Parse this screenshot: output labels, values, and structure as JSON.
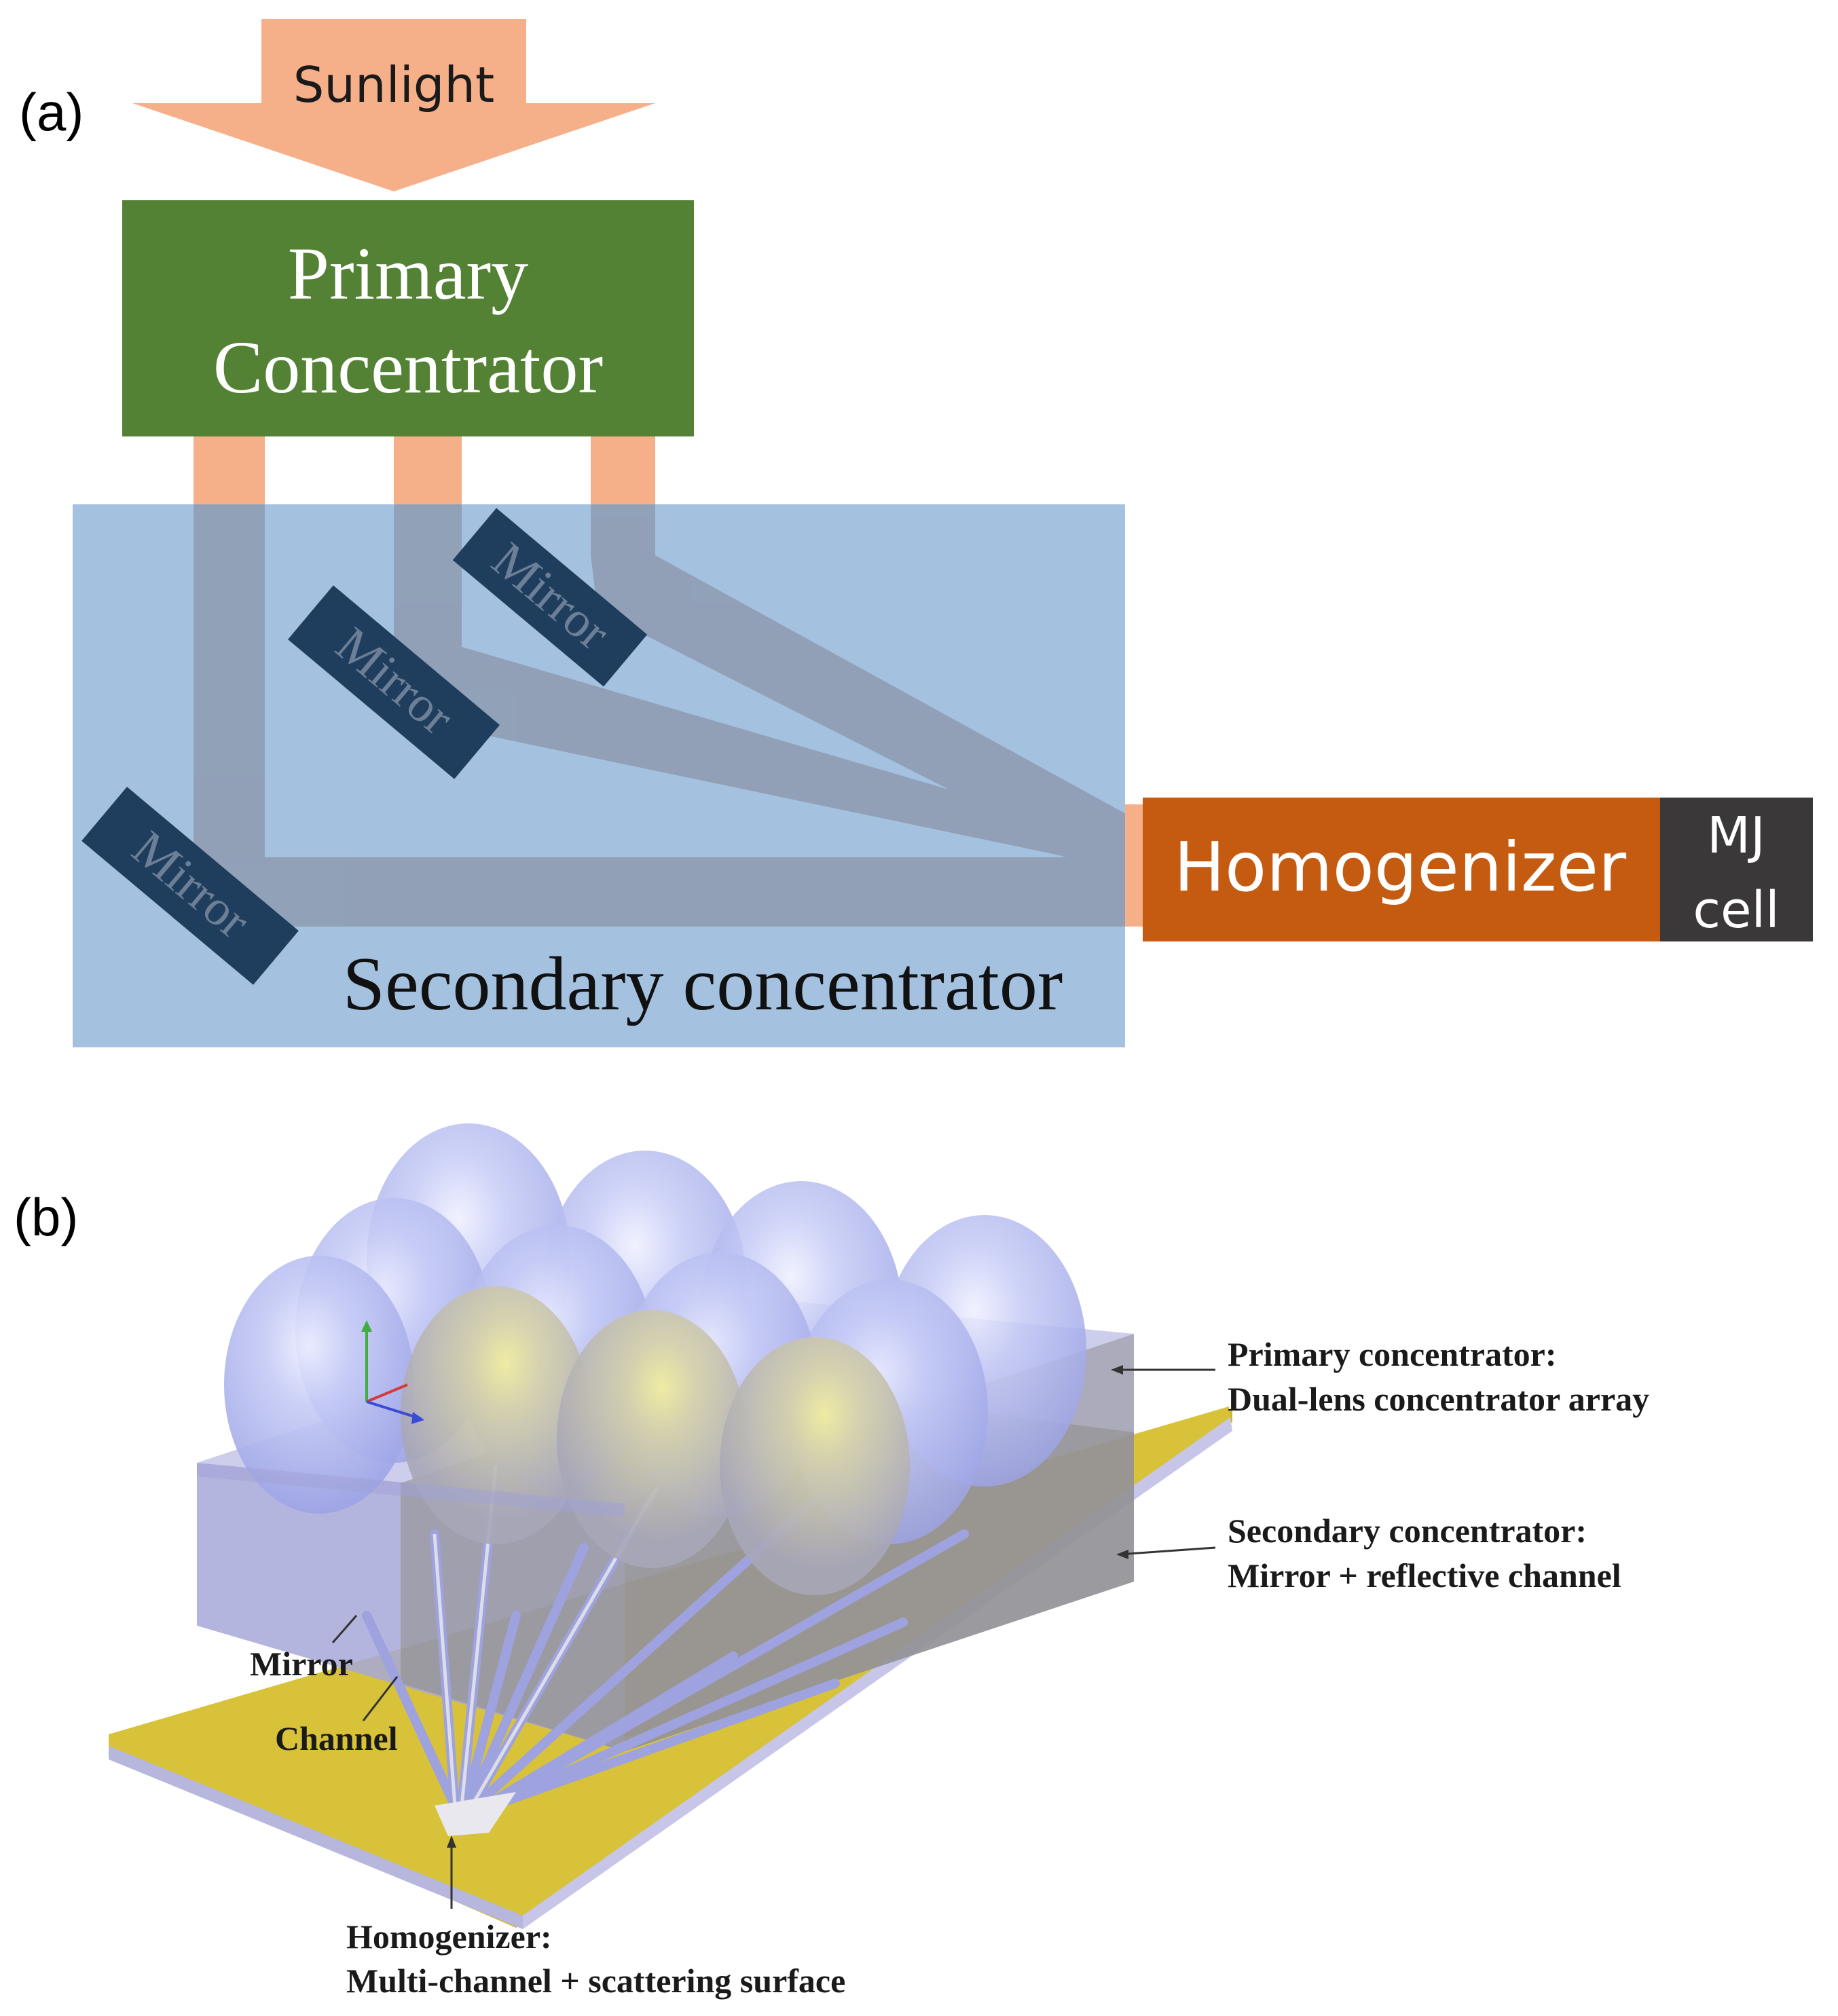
{
  "panel_a": {
    "label": "(a)",
    "sunlight": "Sunlight",
    "primary_line1": "Primary",
    "primary_line2": "Concentrator",
    "mirror1": "Mirror",
    "mirror2": "Mirror",
    "mirror3": "Mirror",
    "secondary": "Secondary concentrator",
    "homogenizer": "Homogenizer",
    "mj_line1": "MJ",
    "mj_line2": "cell",
    "colors": {
      "sunlight": "#f5b08a",
      "primary": "#548235",
      "secondary": "#a4c2e0",
      "mirror": "#1f3e5d",
      "homogenizer": "#c55a11",
      "mj_cell": "#3a3838"
    }
  },
  "panel_b": {
    "label": "(b)",
    "primary_title": "Primary concentrator:",
    "primary_desc": "Dual-lens concentrator array",
    "secondary_title": "Secondary concentrator:",
    "secondary_desc": "Mirror + reflective channel",
    "mirror": "Mirror",
    "channel": "Channel",
    "homog_title": "Homogenizer:",
    "homog_desc": "Multi-channel + scattering surface",
    "colors": {
      "lens": "#b8bdf2",
      "plate": "#d8c23a",
      "block": "#8e8ea6"
    }
  }
}
